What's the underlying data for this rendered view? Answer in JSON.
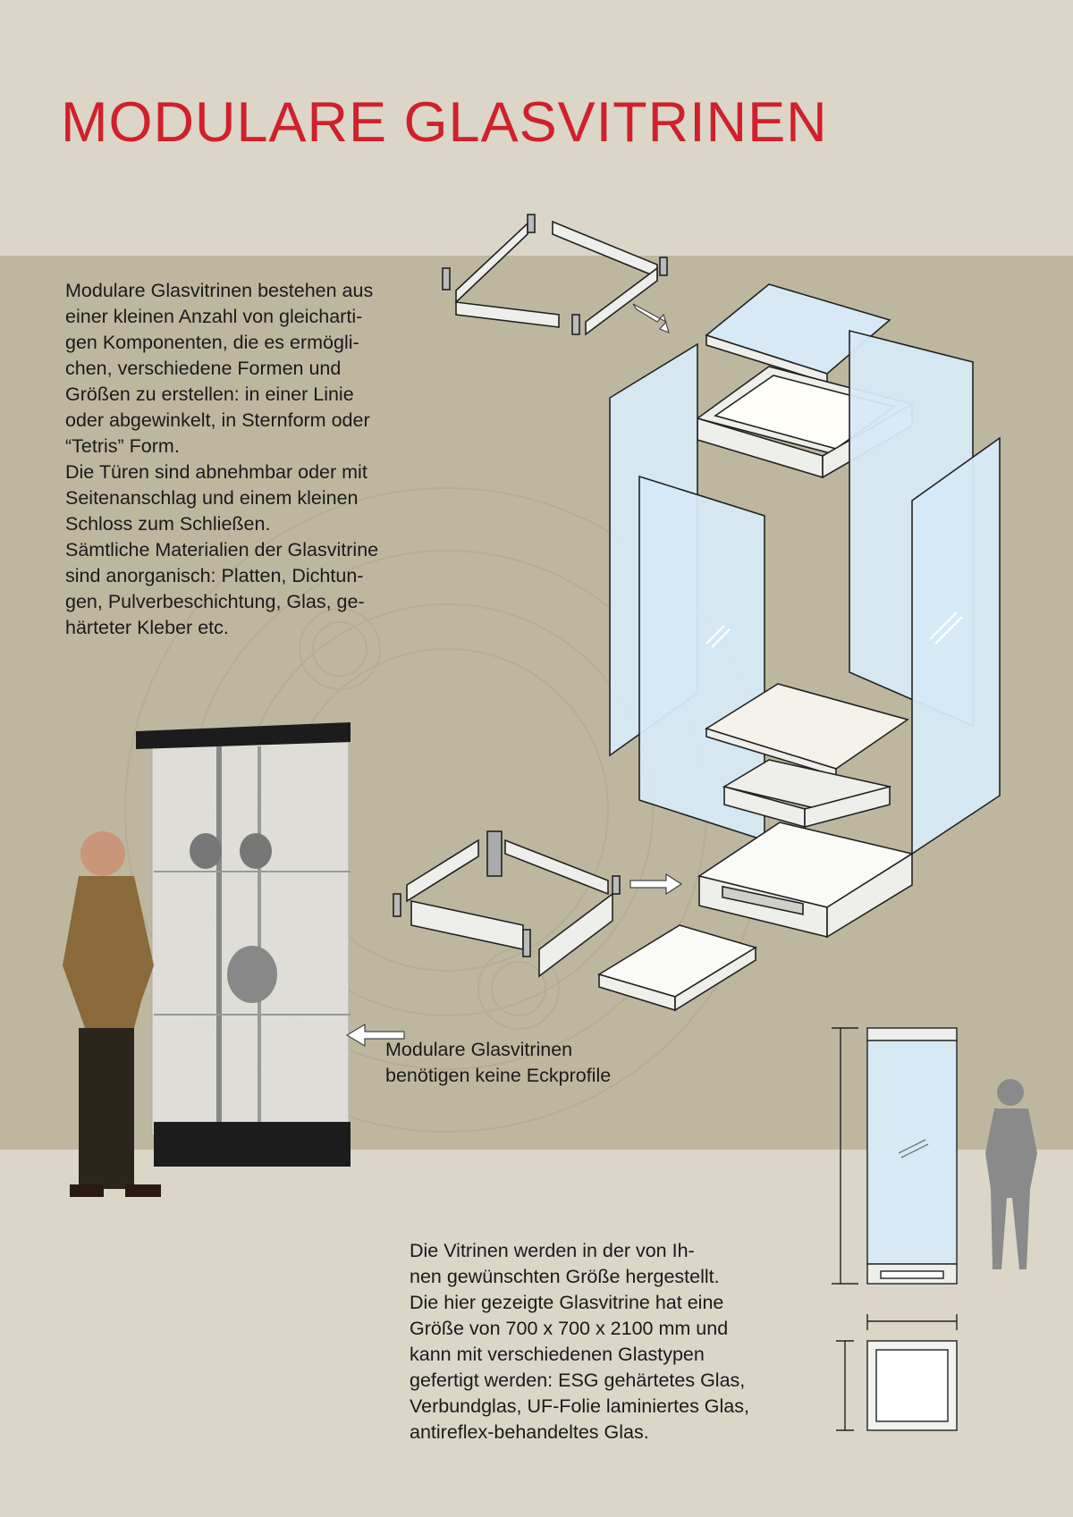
{
  "page": {
    "title": "MODULARE GLASVITRINEN",
    "colors": {
      "accent": "#d0202d",
      "background": "#dbd6c8",
      "band": "#beb7a0",
      "glass": "#d6e9f5"
    }
  },
  "intro_text": [
    "Modulare Glasvitrinen bestehen aus",
    "einer kleinen Anzahl von gleicharti-",
    "gen Komponenten, die es ermögli-",
    "chen, verschiedene Formen und",
    "Größen zu erstellen: in einer Linie",
    "oder abgewinkelt, in Sternform oder",
    "“Tetris” Form.",
    "Die Türen sind abnehmbar oder mit",
    "Seitenanschlag und einem kleinen",
    "Schloss zum Schließen.",
    "Sämtliche Materialien der Glasvitrine",
    "sind anorganisch: Platten, Dichtun-",
    "gen, Pulverbeschichtung, Glas, ge-",
    "härteter Kleber etc."
  ],
  "caption": [
    "Modulare Glasvitrinen",
    "benötigen keine Eckprofile"
  ],
  "size_text": [
    "Die Vitrinen werden in der von Ih-",
    "nen gewünschten Größe hergestellt.",
    "Die hier gezeigte Glasvitrine hat eine",
    "Größe von 700 x 700 x 2100 mm und",
    "kann mit verschiedenen Glastypen",
    "gefertigt werden: ESG gehärtetes Glas,",
    "Verbundglas, UF-Folie laminiertes Glas,",
    "antireflex-behandeltes Glas."
  ]
}
